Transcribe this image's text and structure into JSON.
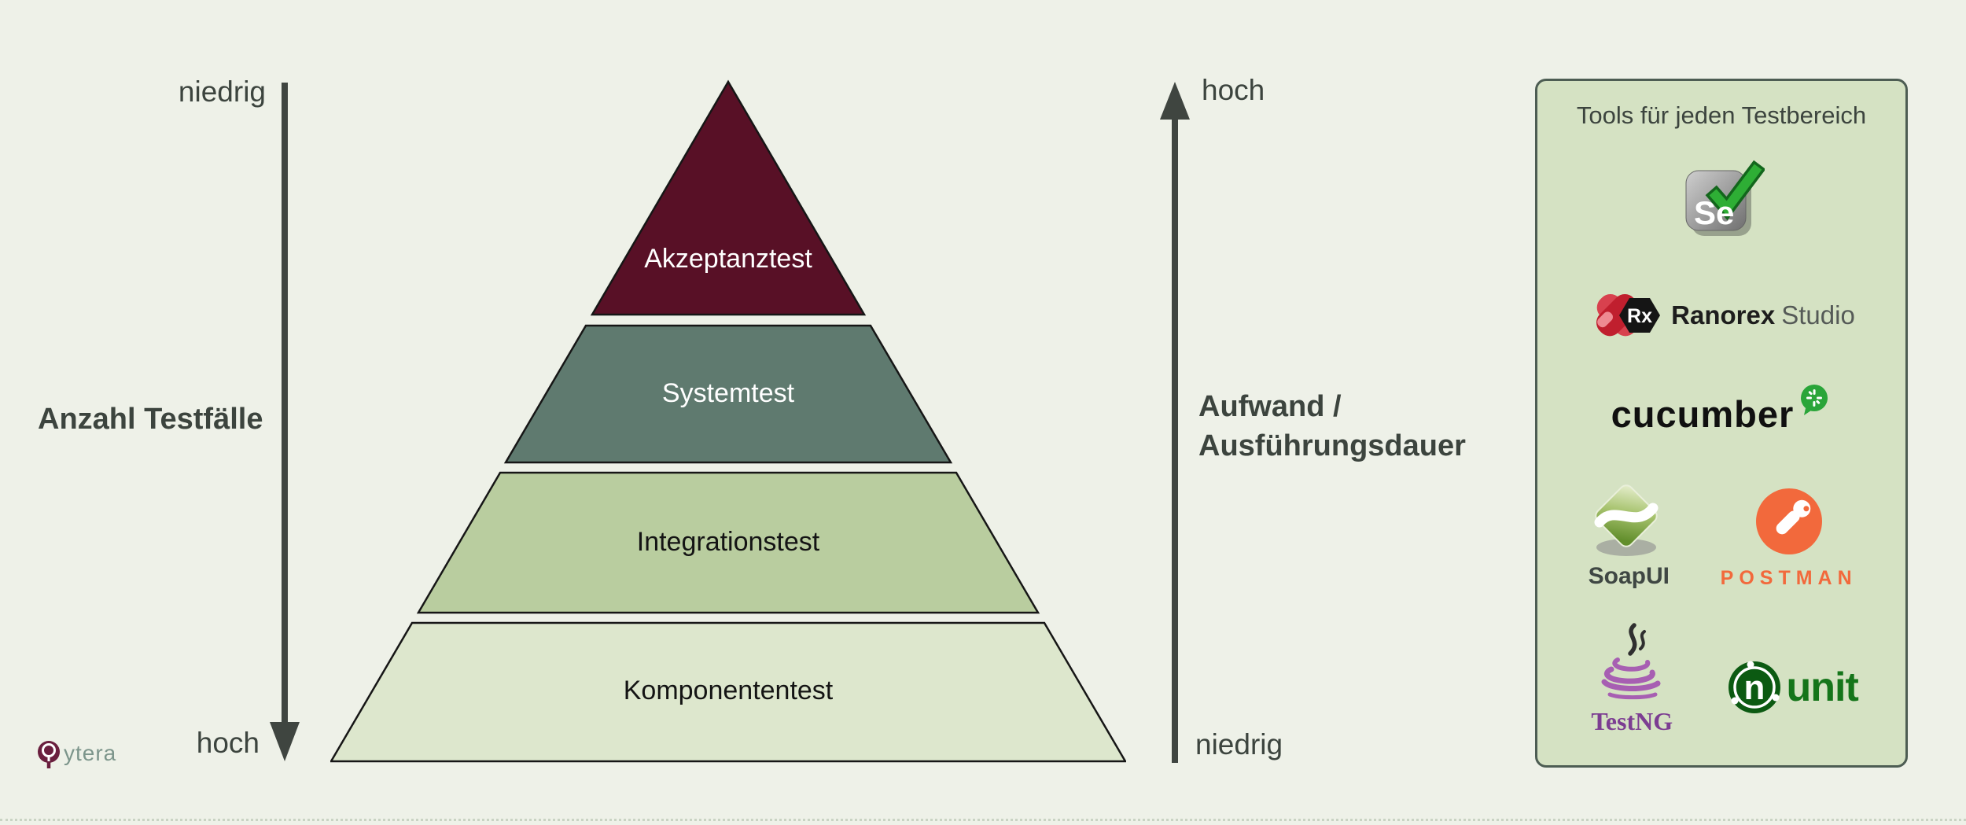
{
  "slide": {
    "background": "#eef1e8"
  },
  "left_axis": {
    "top_label": "niedrig",
    "bottom_label": "hoch",
    "title": "Anzahl Testfälle"
  },
  "right_axis": {
    "top_label": "hoch",
    "bottom_label": "niedrig",
    "title_line1": "Aufwand /",
    "title_line2": "Ausführungsdauer"
  },
  "pyramid": {
    "levels": [
      {
        "label": "Akzeptanztest",
        "fill": "#581026",
        "text_color": "#ffffff"
      },
      {
        "label": "Systemtest",
        "fill": "#5f7a6f",
        "text_color": "#ffffff"
      },
      {
        "label": "Integrationstest",
        "fill": "#b9cd9f",
        "text_color": "#141414"
      },
      {
        "label": "Komponententest",
        "fill": "#dde7cd",
        "text_color": "#141414"
      }
    ]
  },
  "tools_panel": {
    "title": "Tools für jeden Testbereich",
    "selenium_monogram": "Se",
    "ranorex_badge": "Rx",
    "ranorex_label_bold": "Ranorex",
    "ranorex_label_light": "Studio",
    "cucumber_label": "cucumber",
    "soapui_label": "SoapUI",
    "postman_label": "POSTMAN",
    "testng_label": "TestNG",
    "nunit_monogram": "n",
    "nunit_label": "unit"
  },
  "branding": {
    "logo_text": "ytera"
  },
  "colors": {
    "background": "#eef1e8",
    "text_dark": "#3c443e",
    "arrow": "#3f4540",
    "panel_bg": "#d5e2c3",
    "panel_border": "#4d5d53",
    "akzeptanztest": "#581026",
    "systemtest": "#5f7a6f",
    "integrationstest": "#b9cd9f",
    "komponententest": "#dde7cd",
    "selenium_check_green": "#2eae35",
    "ranorex_red": "#c01f2e",
    "cucumber_green": "#2aa539",
    "soapui_green": "#7fa644",
    "postman_orange": "#f2693c",
    "testng_purple": "#a75fb2",
    "nunit_green": "#0c5a12",
    "qytera_maroon": "#6a1f3e"
  }
}
